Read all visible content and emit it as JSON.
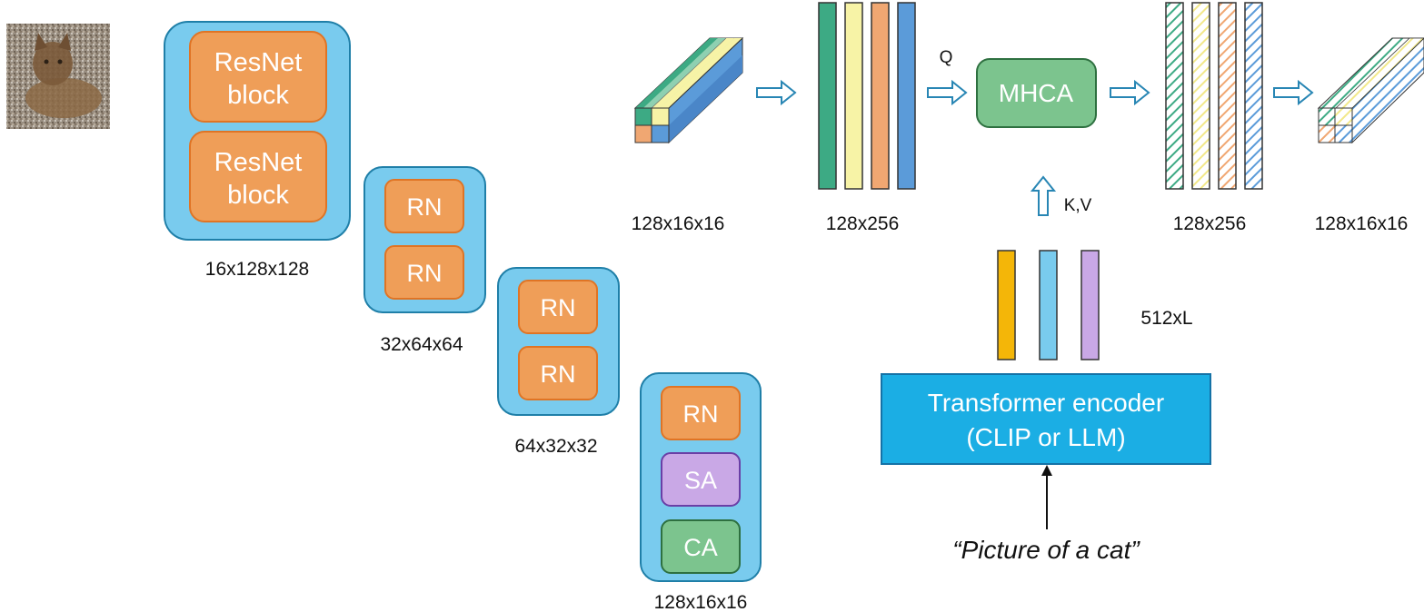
{
  "colors": {
    "container_fill": "#79CBEE",
    "container_stroke": "#1F7FA8",
    "rn_fill": "#EF9E58",
    "rn_stroke": "#E07424",
    "sa_fill": "#C9A8E6",
    "sa_stroke": "#6A3FA6",
    "ca_fill": "#7CC48E",
    "ca_stroke": "#2E7040",
    "encoder_fill": "#1BAEE4",
    "encoder_stroke": "#1572A6",
    "mhca_fill": "#7CC48E",
    "arrow_outline": "#2886B4",
    "token_colors": [
      "#3DAA84",
      "#F7F3A6",
      "#F0A772",
      "#5B9BD9"
    ],
    "text_token_colors": [
      "#F4B608",
      "#79CBEE",
      "#C9A8E6"
    ]
  },
  "image": {
    "description_icon": "cat-photo"
  },
  "encoder_path": {
    "stage1": {
      "blocks": [
        "ResNet block",
        "ResNet block"
      ],
      "shape": "16x128x128"
    },
    "stage2": {
      "blocks": [
        "RN",
        "RN"
      ],
      "shape": "32x64x64"
    },
    "stage3": {
      "blocks": [
        "RN",
        "RN"
      ],
      "shape": "64x32x32"
    },
    "stage4": {
      "blocks": [
        "RN",
        "SA",
        "CA"
      ],
      "shape": "128x16x16"
    }
  },
  "attention_path": {
    "feature_map_shape": "128x16x16",
    "tokens_shape": "128x256",
    "query_label": "Q",
    "kv_label": "K,V",
    "mhca_label": "MHCA",
    "output_tokens_shape": "128x256",
    "output_map_shape": "128x16x16"
  },
  "text_path": {
    "embedding_shape": "512xL",
    "encoder_label_line1": "Transformer encoder",
    "encoder_label_line2": "(CLIP or LLM)",
    "prompt": "“Picture of a cat”"
  }
}
